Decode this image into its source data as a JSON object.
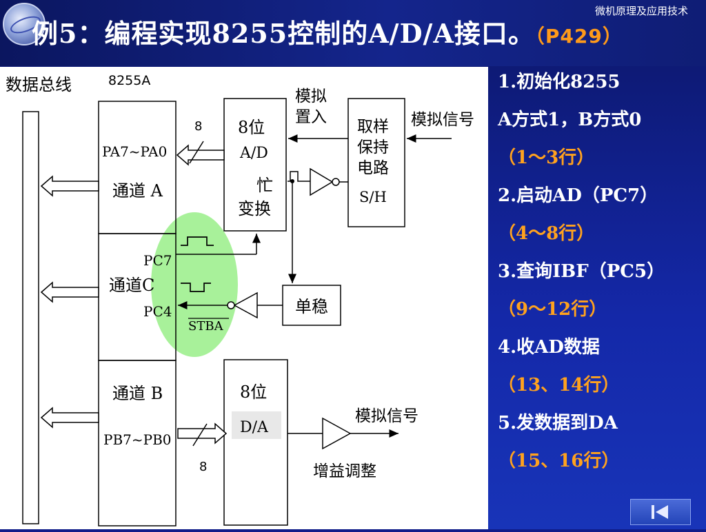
{
  "header": {
    "course": "微机原理及应用技术",
    "title_main": "例5：编程实现8255控制的A/D/A接口。",
    "title_ref": "（P429）"
  },
  "diagram": {
    "bus_label": "数据总线",
    "chip_label": "8255A",
    "port_a_pins": "PA7~PA0",
    "port_a": "通道 A",
    "port_c": "通道C",
    "pc7": "PC7",
    "pc4": "PC4",
    "stba": "STBA",
    "port_b": "通道 B",
    "port_b_pins": "PB7~PB0",
    "width_top": "8",
    "width_bottom": "8",
    "adc_line1": "8位",
    "adc_line2": "A/D",
    "adc_busy": "忙",
    "adc_conv": "变换",
    "analog_in_l1": "模拟",
    "analog_in_l2": "置入",
    "sh_l1": "取样",
    "sh_l2": "保持",
    "sh_l3": "电路",
    "sh_l4": "S/H",
    "analog_signal_in": "模拟信号",
    "monostable": "单稳",
    "dac_line1": "8位",
    "dac_line2": "D/A",
    "analog_signal_out": "模拟信号",
    "gain_adjust": "增益调整"
  },
  "notes": [
    {
      "text": "1.初始化8255",
      "color": "w"
    },
    {
      "text": "A方式1，B方式0",
      "color": "w"
    },
    {
      "text": "（1～3行）",
      "color": "o"
    },
    {
      "text": "2.启动AD（PC7）",
      "color": "w"
    },
    {
      "text": "（4～8行）",
      "color": "o"
    },
    {
      "text": "3.查询IBF（PC5）",
      "color": "w"
    },
    {
      "text": "（9～12行）",
      "color": "o"
    },
    {
      "text": "4.收AD数据",
      "color": "w"
    },
    {
      "text": "（13、14行）",
      "color": "o"
    },
    {
      "text": "5.发数据到DA",
      "color": "w"
    },
    {
      "text": "（15、16行）",
      "color": "o"
    }
  ],
  "nav": {
    "icon": "first-slide-icon"
  }
}
